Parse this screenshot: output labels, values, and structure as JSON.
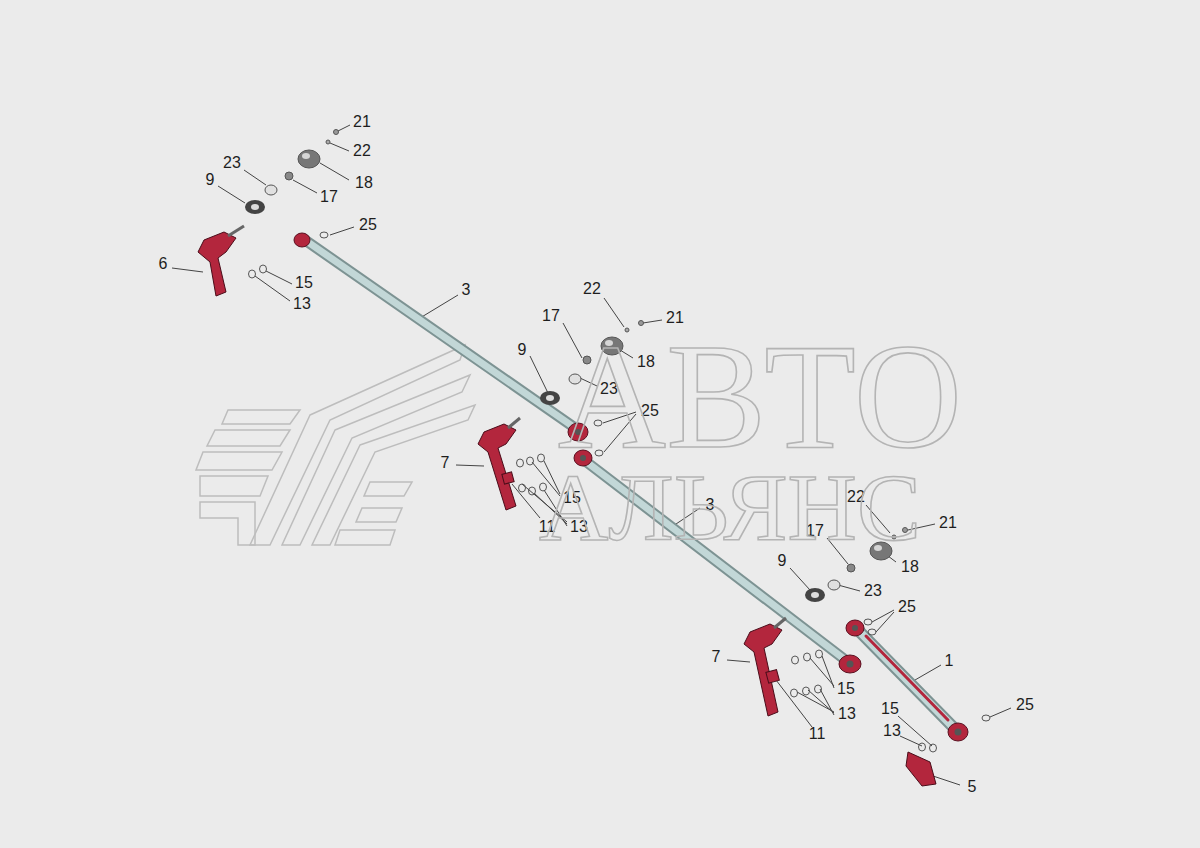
{
  "diagram": {
    "labels": [
      "21",
      "22",
      "23",
      "18",
      "9",
      "17",
      "25",
      "6",
      "15",
      "13",
      "3",
      "22",
      "21",
      "17",
      "9",
      "18",
      "23",
      "25",
      "7",
      "15",
      "11",
      "13",
      "3",
      "22",
      "21",
      "17",
      "18",
      "9",
      "23",
      "25",
      "7",
      "15",
      "1",
      "13",
      "11",
      "25",
      "15",
      "13",
      "5",
      "АВТО",
      "АЛЬЯНС"
    ]
  }
}
